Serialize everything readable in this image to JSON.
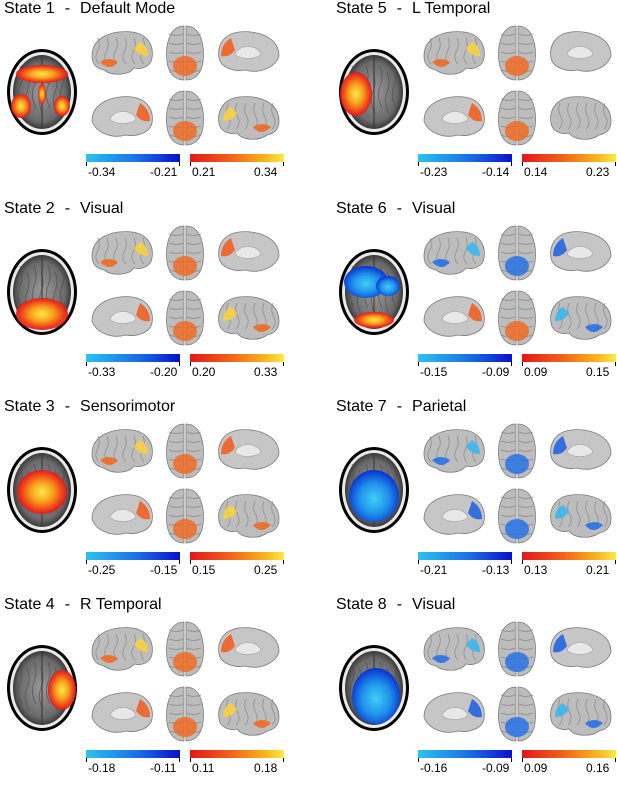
{
  "panels": [
    {
      "state": "State 1",
      "name": "Default Mode",
      "scale": [
        "-0.34",
        "-0.21",
        "0.21",
        "0.34"
      ]
    },
    {
      "state": "State 5",
      "name": "L Temporal",
      "scale": [
        "-0.23",
        "-0.14",
        "0.14",
        "0.23"
      ]
    },
    {
      "state": "State 2",
      "name": "Visual",
      "scale": [
        "-0.33",
        "-0.20",
        "0.20",
        "0.33"
      ]
    },
    {
      "state": "State 6",
      "name": "Visual",
      "scale": [
        "-0.15",
        "-0.09",
        "0.09",
        "0.15"
      ]
    },
    {
      "state": "State 3",
      "name": "Sensorimotor",
      "scale": [
        "-0.25",
        "-0.15",
        "0.15",
        "0.25"
      ]
    },
    {
      "state": "State 7",
      "name": "Parietal",
      "scale": [
        "-0.21",
        "-0.13",
        "0.13",
        "0.21"
      ]
    },
    {
      "state": "State 4",
      "name": "R Temporal",
      "scale": [
        "-0.18",
        "-0.11",
        "0.11",
        "0.18"
      ]
    },
    {
      "state": "State 8",
      "name": "Visual",
      "scale": [
        "-0.16",
        "-0.09",
        "0.09",
        "0.16"
      ]
    }
  ],
  "separator": "-",
  "colors": {
    "cortex": "#b9b9b9",
    "cortex_dark": "#8c8c8c",
    "negative_low": "#2bc2ee",
    "negative_high": "#0a10c9",
    "positive_low": "#e4161a",
    "positive_high": "#fbe94a"
  }
}
